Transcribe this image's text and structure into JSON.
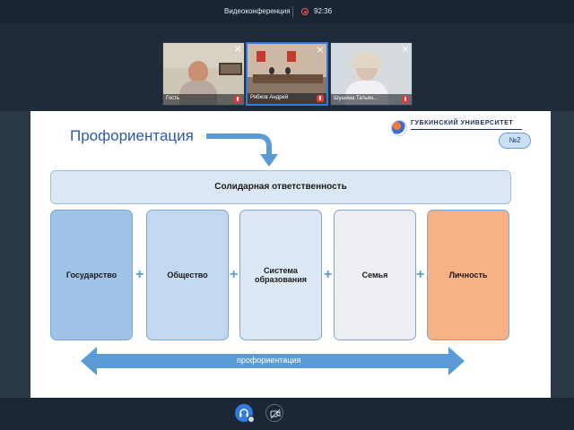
{
  "topbar": {
    "title": "Видеоконференция",
    "recording_time": "92:36"
  },
  "participants": [
    {
      "name": "Гость",
      "active": false
    },
    {
      "name": "Рябков Андрей",
      "active": true
    },
    {
      "name": "Шушина Татьян...",
      "active": false
    }
  ],
  "slide": {
    "title": "Профориентация",
    "logo_text": "ГУБКИНСКИЙ УНИВЕРСИТЕТ",
    "badge": "№2",
    "banner": "Солидарная ответственность",
    "pillars": [
      {
        "label": "Государство",
        "color": "#9fc2e6"
      },
      {
        "label": "Общество",
        "color": "#c2d8ef"
      },
      {
        "label": "Система образования",
        "color": "#dce8f5"
      },
      {
        "label": "Семья",
        "color": "#eeeff3"
      },
      {
        "label": "Личность",
        "color": "#f7b184"
      }
    ],
    "plus_sign": "+",
    "arrow_label": "профориентация"
  },
  "colors": {
    "accent": "#2f7be0",
    "slide_title": "#2e5aa8",
    "arrow": "#5b9bd5"
  },
  "icons": {
    "audio": "headphones-icon",
    "camera": "camera-off-icon",
    "record": "record-icon",
    "expand": "expand-icon",
    "mic": "mic-icon"
  }
}
